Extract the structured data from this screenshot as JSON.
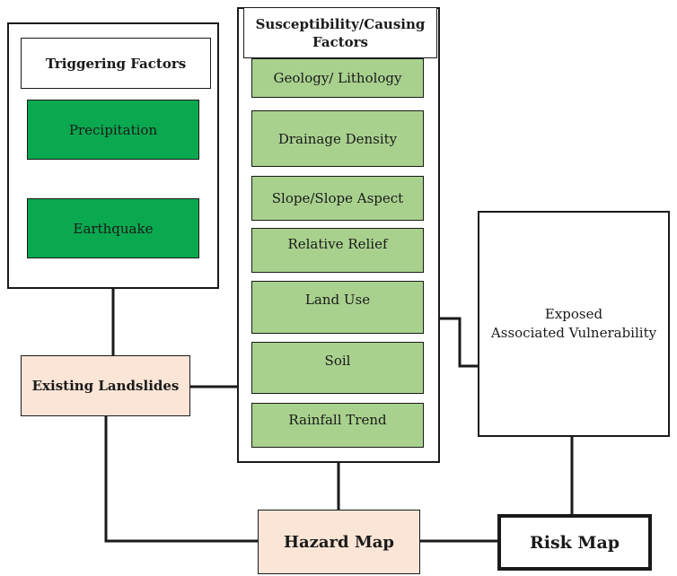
{
  "triggering": {
    "title": "Triggering Factors",
    "items": [
      "Precipitation",
      "Earthquake"
    ]
  },
  "susceptibility": {
    "title": "Susceptibility/Causing Factors",
    "items": [
      "Geology/ Lithology",
      "Drainage Density",
      "Slope/Slope Aspect",
      "Relative Relief",
      "Land Use",
      "Soil",
      "Rainfall Trend"
    ]
  },
  "exposed": {
    "line1": "Exposed",
    "line2": "Associated Vulnerability"
  },
  "existing_landslides": "Existing Landslides",
  "hazard_map": "Hazard Map",
  "risk_map": "Risk Map"
}
